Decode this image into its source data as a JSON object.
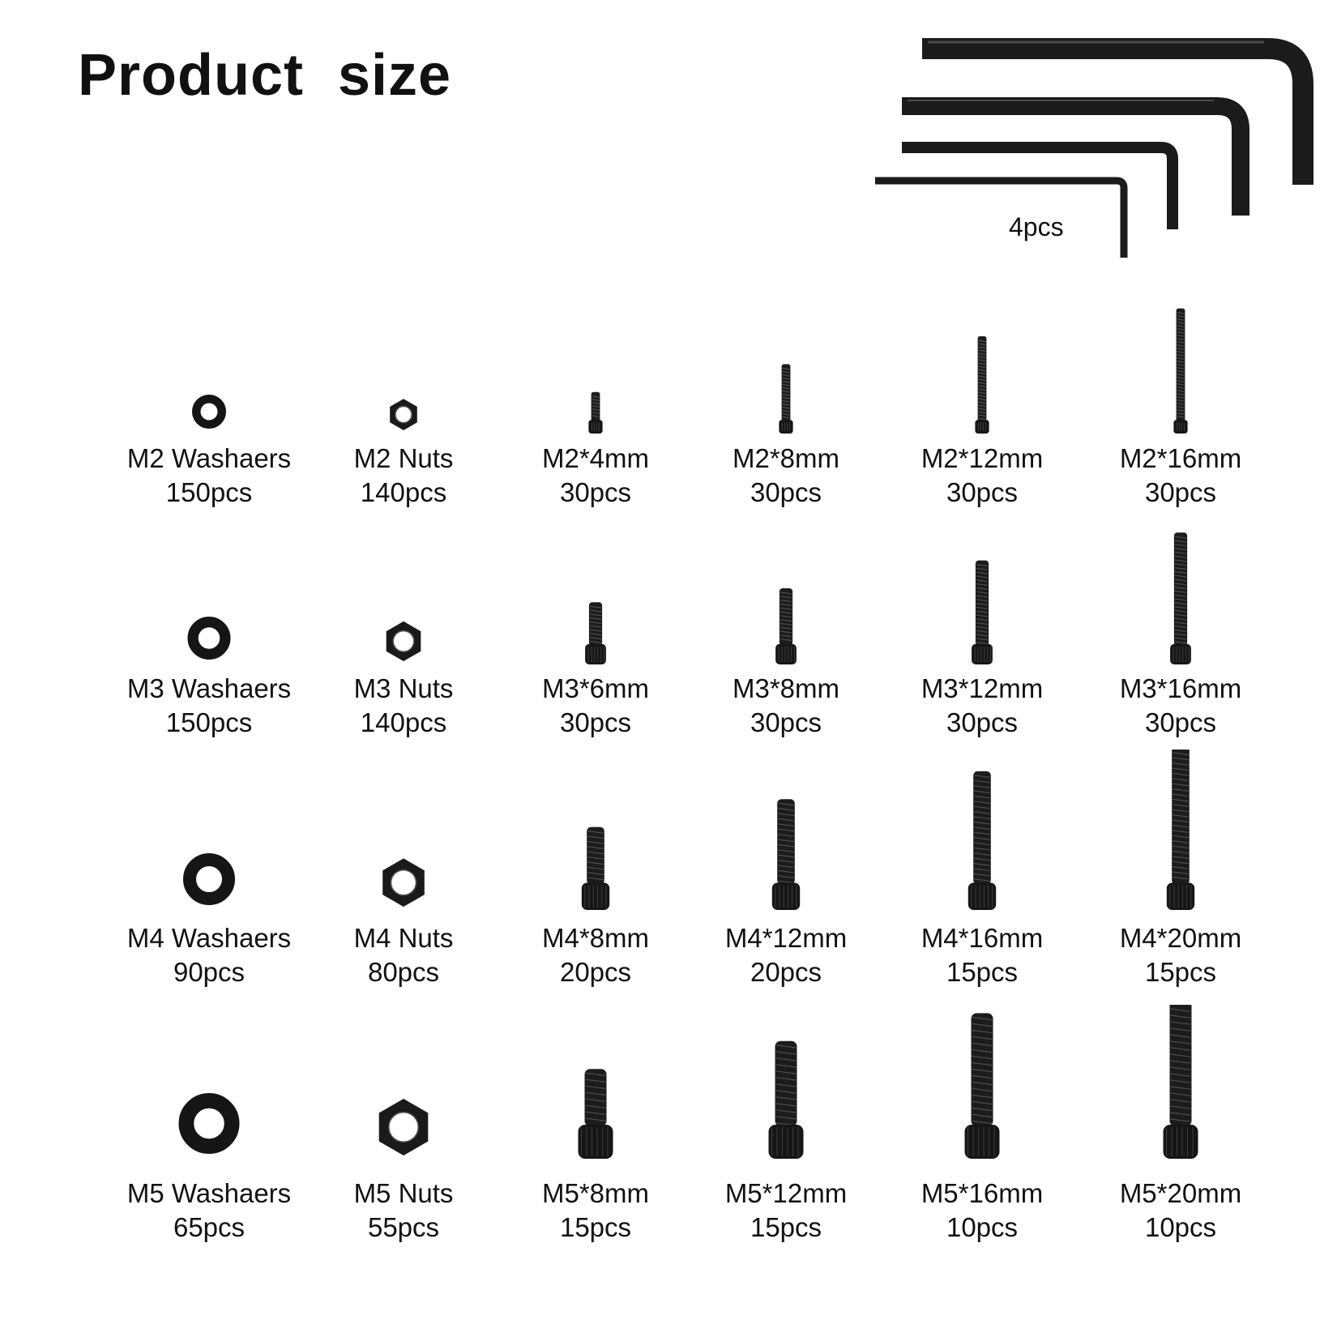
{
  "title": "Product  size",
  "wrenches": {
    "count_label": "4pcs"
  },
  "rows": [
    {
      "items": [
        {
          "kind": "washer",
          "size": 2,
          "name": "M2 Washaers",
          "qty": "150pcs"
        },
        {
          "kind": "nut",
          "size": 2,
          "name": "M2 Nuts",
          "qty": "140pcs"
        },
        {
          "kind": "screw",
          "size": 2,
          "length": 4,
          "name": "M2*4mm",
          "qty": "30pcs"
        },
        {
          "kind": "screw",
          "size": 2,
          "length": 8,
          "name": "M2*8mm",
          "qty": "30pcs"
        },
        {
          "kind": "screw",
          "size": 2,
          "length": 12,
          "name": "M2*12mm",
          "qty": "30pcs"
        },
        {
          "kind": "screw",
          "size": 2,
          "length": 16,
          "name": "M2*16mm",
          "qty": "30pcs"
        }
      ]
    },
    {
      "items": [
        {
          "kind": "washer",
          "size": 3,
          "name": "M3 Washaers",
          "qty": "150pcs"
        },
        {
          "kind": "nut",
          "size": 3,
          "name": "M3 Nuts",
          "qty": "140pcs"
        },
        {
          "kind": "screw",
          "size": 3,
          "length": 6,
          "name": "M3*6mm",
          "qty": "30pcs"
        },
        {
          "kind": "screw",
          "size": 3,
          "length": 8,
          "name": "M3*8mm",
          "qty": "30pcs"
        },
        {
          "kind": "screw",
          "size": 3,
          "length": 12,
          "name": "M3*12mm",
          "qty": "30pcs"
        },
        {
          "kind": "screw",
          "size": 3,
          "length": 16,
          "name": "M3*16mm",
          "qty": "30pcs"
        }
      ]
    },
    {
      "items": [
        {
          "kind": "washer",
          "size": 4,
          "name": "M4 Washaers",
          "qty": "90pcs"
        },
        {
          "kind": "nut",
          "size": 4,
          "name": "M4 Nuts",
          "qty": "80pcs"
        },
        {
          "kind": "screw",
          "size": 4,
          "length": 8,
          "name": "M4*8mm",
          "qty": "20pcs"
        },
        {
          "kind": "screw",
          "size": 4,
          "length": 12,
          "name": "M4*12mm",
          "qty": "20pcs"
        },
        {
          "kind": "screw",
          "size": 4,
          "length": 16,
          "name": "M4*16mm",
          "qty": "15pcs"
        },
        {
          "kind": "screw",
          "size": 4,
          "length": 20,
          "name": "M4*20mm",
          "qty": "15pcs"
        }
      ]
    },
    {
      "items": [
        {
          "kind": "washer",
          "size": 5,
          "name": "M5 Washaers",
          "qty": "65pcs"
        },
        {
          "kind": "nut",
          "size": 5,
          "name": "M5 Nuts",
          "qty": "55pcs"
        },
        {
          "kind": "screw",
          "size": 5,
          "length": 8,
          "name": "M5*8mm",
          "qty": "15pcs"
        },
        {
          "kind": "screw",
          "size": 5,
          "length": 12,
          "name": "M5*12mm",
          "qty": "15pcs"
        },
        {
          "kind": "screw",
          "size": 5,
          "length": 16,
          "name": "M5*16mm",
          "qty": "10pcs"
        },
        {
          "kind": "screw",
          "size": 5,
          "length": 20,
          "name": "M5*20mm",
          "qty": "10pcs"
        }
      ]
    }
  ]
}
